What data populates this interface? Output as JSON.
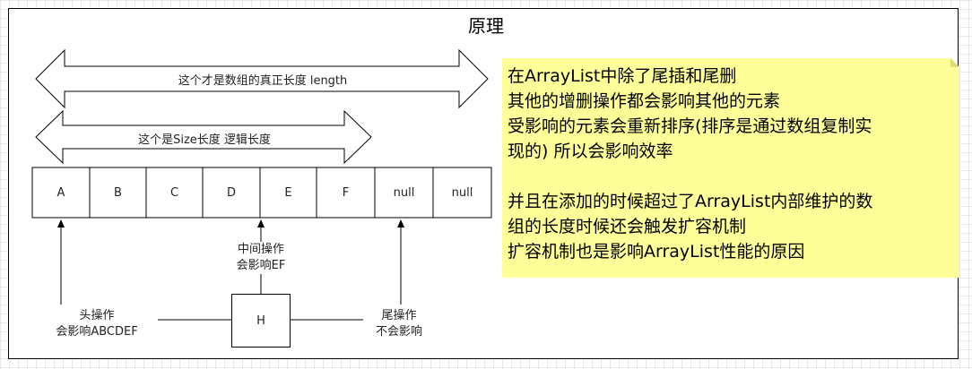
{
  "title": "原理",
  "arrows": {
    "length_label": "这个才是数组的真正长度 length",
    "size_label": "这个是Size长度 逻辑长度"
  },
  "cells": [
    "A",
    "B",
    "C",
    "D",
    "E",
    "F",
    "null",
    "null"
  ],
  "operations": {
    "head": [
      "头操作",
      "会影响ABCDEF"
    ],
    "middle": [
      "中间操作",
      "会影响EF"
    ],
    "tail": [
      "尾操作",
      "不会影响"
    ],
    "h_box": "H"
  },
  "note": {
    "paragraph1": [
      "在ArrayList中除了尾插和尾删",
      "其他的增删操作都会影响其他的元素",
      "受影响的元素会重新排序(排序是通过数组复制实",
      "现的) 所以会影响效率"
    ],
    "paragraph2": [
      "并且在添加的时候超过了ArrayList内部维护的数",
      "组的长度时候还会触发扩容机制",
      "扩容机制也是影响ArrayList性能的原因"
    ]
  },
  "colors": {
    "note_background": "#ffff99",
    "line": "#000000"
  }
}
